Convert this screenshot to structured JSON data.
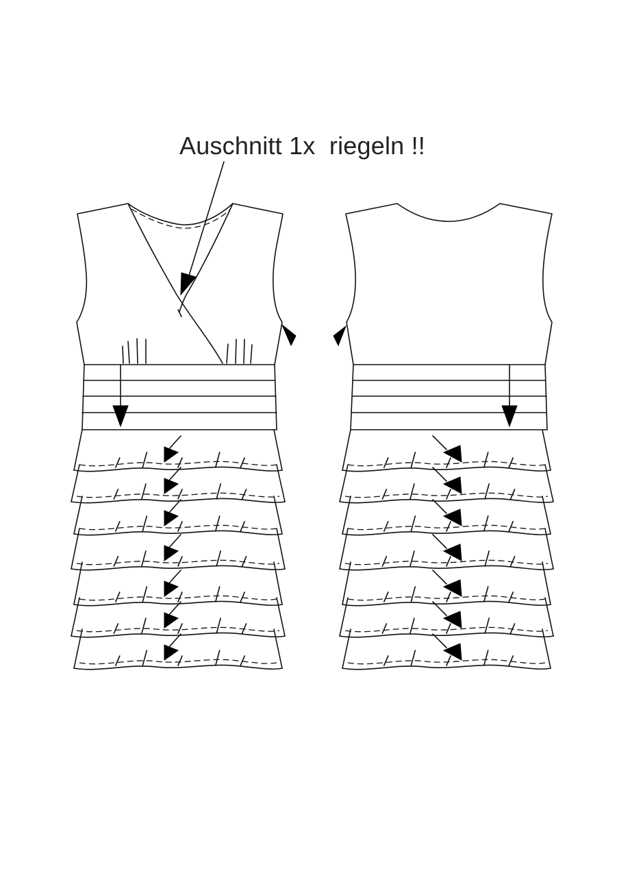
{
  "annotation": {
    "text": "Auschnitt 1x  riegeln !!"
  },
  "colors": {
    "line": "#111111",
    "arrow": "#000000",
    "background": "#ffffff",
    "text": "#222222"
  },
  "views": [
    "front",
    "back"
  ],
  "ruffle_tiers": 7,
  "waistband_stripes": 4
}
